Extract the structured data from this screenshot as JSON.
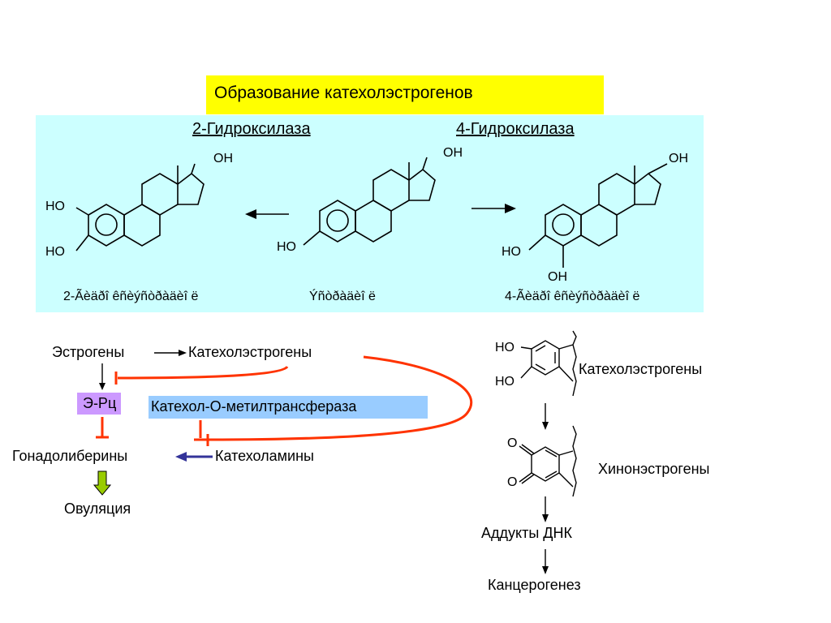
{
  "title": "Образование катехолэстрогенов",
  "enzymes": {
    "left": "2-Гидроксилаза",
    "right": "4-Гидроксилаза"
  },
  "molecules": {
    "left": {
      "name": "2-Ãèäðî êñèýñòðàäèî ë",
      "ho1": "HO",
      "ho2": "HO",
      "oh": "OH"
    },
    "center": {
      "name": "Ýñòðàäèî ë",
      "ho": "HO",
      "oh": "OH"
    },
    "right": {
      "name": "4-Ãèäðî êñèýñòðàäèî ë",
      "ho": "HO",
      "oh_top": "OH",
      "oh_bottom": "OH"
    }
  },
  "pathway": {
    "estrogens": "Эстрогены",
    "catecholestrogens": "Катехолэстрогены",
    "erc": "Э-Рц",
    "comt": "Катехол-О-метилтрансфераза",
    "gonadoliberins": "Гонадолиберины",
    "catecholamines": "Катехоламины",
    "ovulation": "Овуляция"
  },
  "right_flow": {
    "catechol_ho1": "HO",
    "catechol_ho2": "HO",
    "catecholestrogens": "Катехолэстрогены",
    "quinone_o1": "O",
    "quinone_o2": "O",
    "quinoneestrogens": "Хинонэстрогены",
    "dna_adducts": "Аддукты ДНК",
    "carcinogenesis": "Канцерогенез"
  },
  "colors": {
    "title_bg": "#ffff00",
    "panel_bg": "#ccffff",
    "erc_bg": "#cc99ff",
    "comt_bg": "#99ccff",
    "inhibition": "#ff3300",
    "catecholamine_arrow": "#333399",
    "ovulation_arrow": "#99cc00"
  }
}
